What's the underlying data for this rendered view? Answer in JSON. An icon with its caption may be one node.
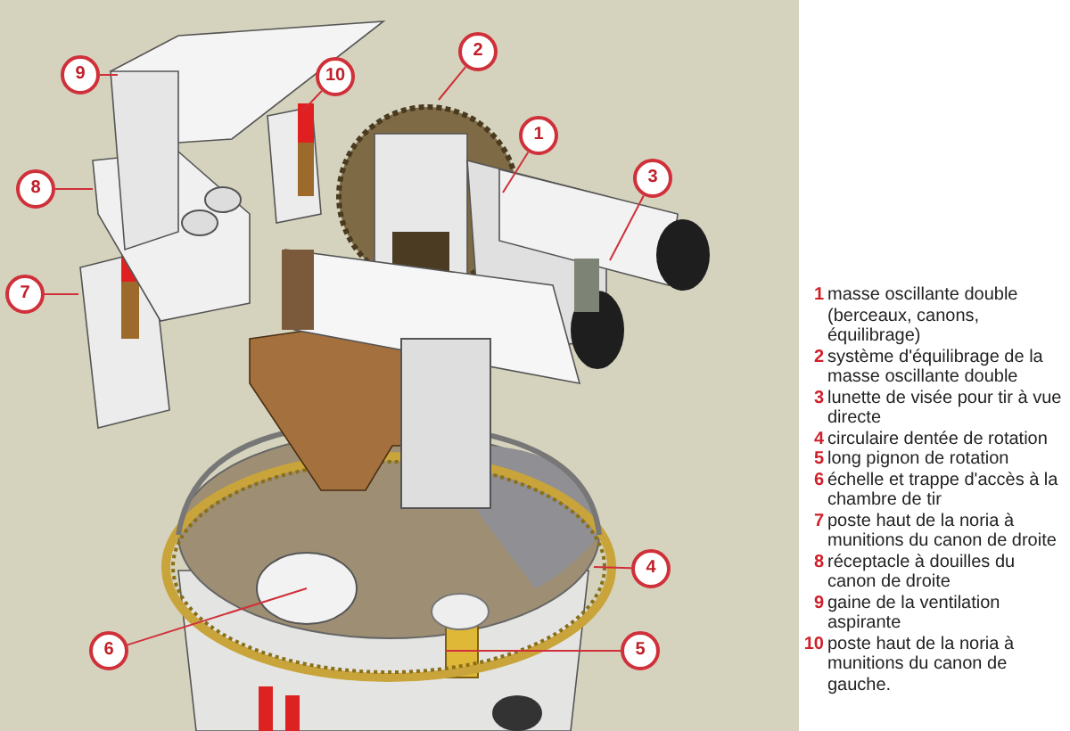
{
  "diagram": {
    "nodes": [
      {
        "text": [
          "1"
        ]
      },
      {
        "text": [
          "2"
        ]
      },
      {
        "text": [
          "3"
        ]
      },
      {
        "text": [
          "4"
        ]
      },
      {
        "text": [
          "5"
        ]
      },
      {
        "text": [
          "6"
        ]
      },
      {
        "text": [
          "7"
        ]
      },
      {
        "text": [
          "8"
        ]
      },
      {
        "text": [
          "9"
        ]
      },
      {
        "text": [
          "10"
        ]
      }
    ],
    "edges": [
      {
        "from": 0,
        "to": null,
        "arrow": "none"
      },
      {
        "from": 1,
        "to": null,
        "arrow": "none"
      },
      {
        "from": 2,
        "to": null,
        "arrow": "none"
      },
      {
        "from": 3,
        "to": null,
        "arrow": "none"
      },
      {
        "from": 4,
        "to": null,
        "arrow": "none"
      },
      {
        "from": 5,
        "to": null,
        "arrow": "none"
      },
      {
        "from": 6,
        "to": null,
        "arrow": "none"
      },
      {
        "from": 7,
        "to": null,
        "arrow": "none"
      },
      {
        "from": 8,
        "to": null,
        "arrow": "none"
      },
      {
        "from": 9,
        "to": null,
        "arrow": "none"
      }
    ],
    "labels": [
      "1",
      "masse oscillante double (berceaux, canons, équilibrage)",
      "2",
      "système d'équilibrage de la masse oscillante double",
      "3",
      "lunette de visée pour tir à vue directe",
      "4",
      "circulaire dentée de rotation",
      "5",
      "long pignon de rotation",
      "6",
      "échelle et trappe d'accès à la chambre de tir",
      "7",
      "poste haut de la noria à munitions du canon de droite",
      "8",
      "réceptacle à douilles du canon de droite",
      "9",
      "gaine de la ventilation aspirante",
      "10",
      "poste haut de la noria à munitions du canon de gauche."
    ]
  }
}
